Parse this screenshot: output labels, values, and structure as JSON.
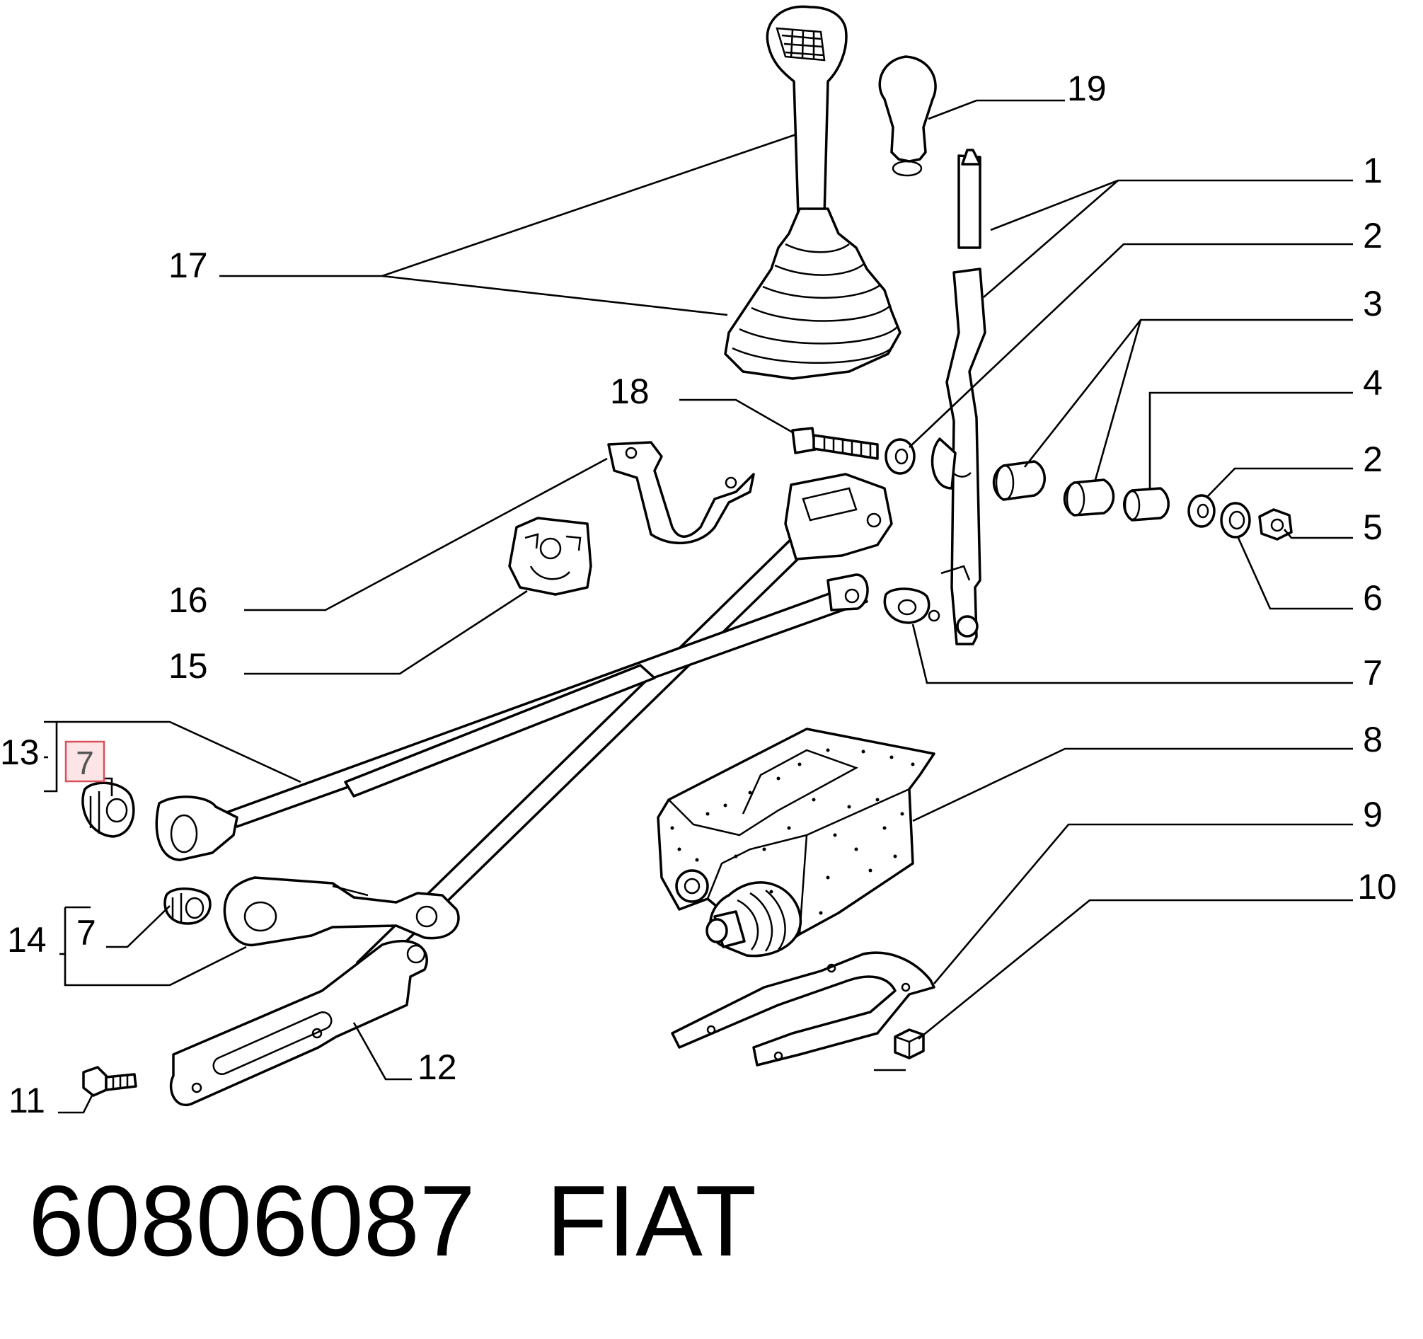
{
  "diagram": {
    "callouts": {
      "c1": "1",
      "c2a": "2",
      "c3": "3",
      "c4": "4",
      "c2b": "2",
      "c5": "5",
      "c6": "6",
      "c7": "7",
      "c8": "8",
      "c9": "9",
      "c10": "10",
      "c11": "11",
      "c12": "12",
      "c13": "13",
      "c13sub": "7",
      "c14": "14",
      "c14sub": "7",
      "c15": "15",
      "c16": "16",
      "c17": "17",
      "c18": "18",
      "c19": "19"
    },
    "highlighted_callout": "7",
    "highlight_color": "#fde4e6"
  },
  "footer": {
    "part_number": "60806087",
    "brand": "FIAT"
  }
}
